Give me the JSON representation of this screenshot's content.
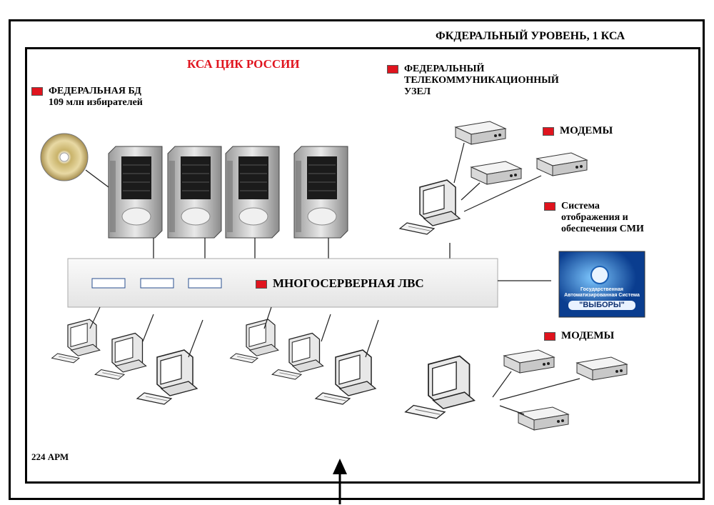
{
  "frame": {
    "title": "ФКДЕРАЛЬНЫЙ УРОВЕНЬ, 1 КСА"
  },
  "main": {
    "heading": "КСА ЦИК РОССИИ",
    "heading_color": "#e0141e",
    "federal_db": {
      "line1": "ФЕДЕРАЛЬНАЯ БД",
      "line2": "109 млн избирателей"
    },
    "telecom_node": {
      "line1": "ФЕДЕРАЛЬНЫЙ",
      "line2": "ТЕЛЕКОММУНИКАЦИОННЫЙ",
      "line3": "УЗЕЛ"
    },
    "modems_top": "МОДЕМЫ",
    "media_system": {
      "line1": "Система",
      "line2": "отображения и",
      "line3": "обеспечения СМИ"
    },
    "media_screen": {
      "line1": "Государственная",
      "line2": "Автоматизированная Система",
      "line3": "\"ВЫБОРЫ\""
    },
    "lan_label": "МНОГОСЕРВЕРНАЯ ЛВС",
    "modems_bottom": "МОДЕМЫ",
    "arm_count": "224 АРМ"
  },
  "icons": {
    "marker": "red-square-icon",
    "server": "server-tower-icon",
    "workstation": "workstation-icon",
    "modem": "modem-icon",
    "disc": "cd-disc-icon"
  }
}
